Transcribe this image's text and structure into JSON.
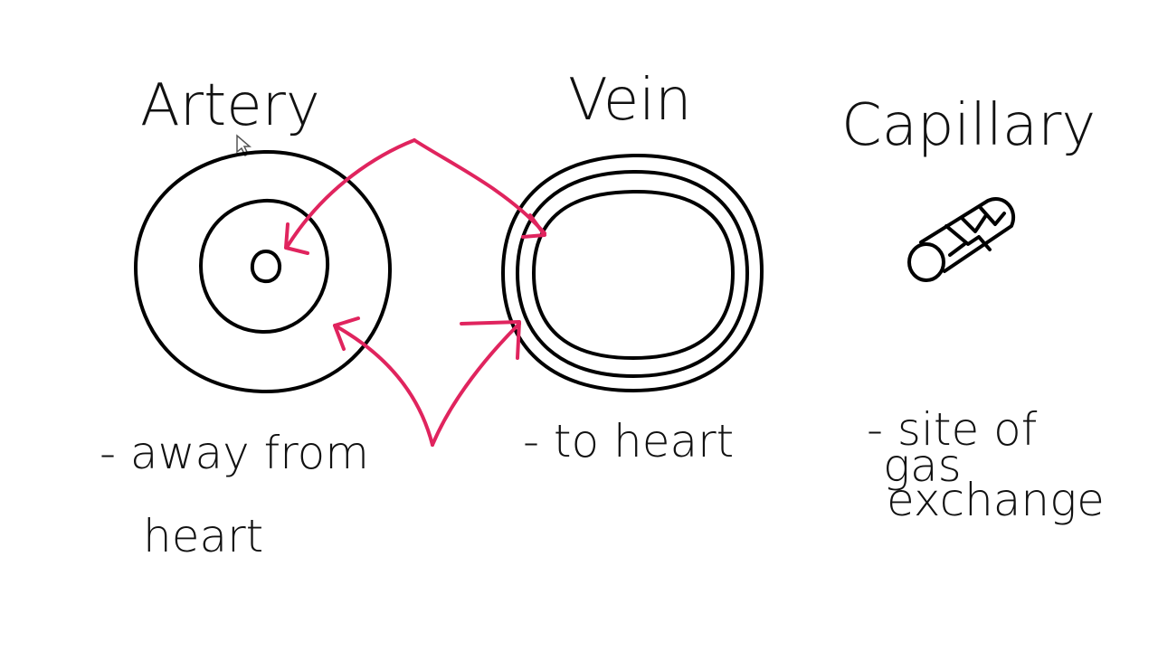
{
  "colors": {
    "ink": "#000000",
    "arrow": "#e0245e",
    "background": "#ffffff"
  },
  "titles": {
    "artery": "Artery",
    "vein": "Vein",
    "capillary": "Capillary"
  },
  "notes": {
    "artery_line1": "- away from",
    "artery_line2": "heart",
    "vein": "- to heart",
    "capillary_line1": "- site of",
    "capillary_line2": "gas",
    "capillary_line3": "exchange"
  },
  "icons": {
    "cursor": "mouse-pointer-icon"
  }
}
